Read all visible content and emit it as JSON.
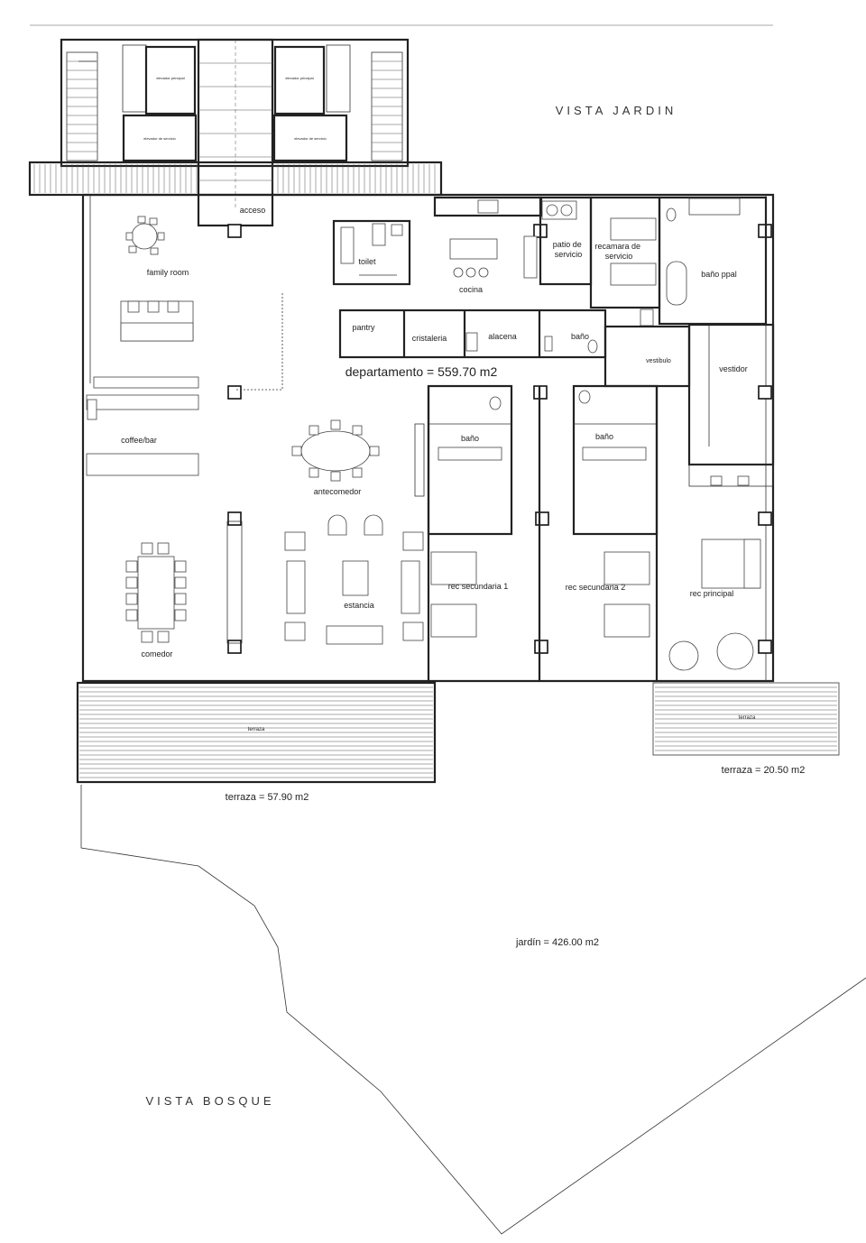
{
  "views": {
    "top": "VISTA JARDIN",
    "bottom": "VISTA BOSQUE"
  },
  "areas": {
    "departamento": "departamento =  559.70 m2",
    "terraza_left_total": "terraza = 57.90 m2",
    "terraza_right_total": "terraza = 20.50 m2",
    "jardin": "jardín = 426.00 m2"
  },
  "rooms": {
    "family_room": "family room",
    "coffee_bar": "coffee/bar",
    "comedor": "comedor",
    "antecomedor": "antecomedor",
    "estancia": "estancia",
    "toilet": "toilet",
    "cocina": "cocina",
    "pantry": "pantry",
    "cristaleria": "cristaleria",
    "alacena": "alacena",
    "bano_servicio": "baño",
    "patio_servicio": "patio de\nservicio",
    "recamara_servicio": "recamara de\nservicio",
    "bano_ppal": "baño ppal",
    "vestibulo": "vestibulo",
    "vestidor": "vestidor",
    "bano_1": "baño",
    "bano_2": "baño",
    "rec_secundaria_1": "rec secundaria 1",
    "rec_secundaria_2": "rec secundaria 2",
    "rec_principal": "rec principal",
    "terraza_left": "terraza",
    "terraza_right": "terraza",
    "acceso": "acceso",
    "elevador_principal_1": "elevador principal",
    "elevador_principal_2": "elevador principal",
    "elevador_servicio_1": "elevador de servicio",
    "elevador_servicio_2": "elevador de servicio"
  }
}
